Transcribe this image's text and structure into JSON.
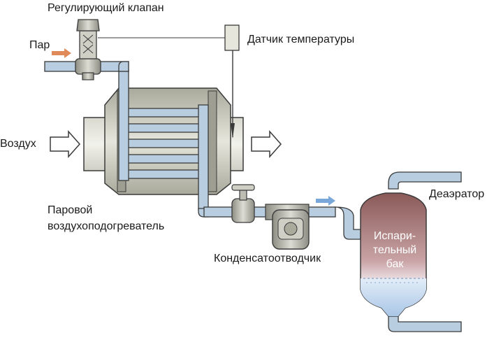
{
  "labels": {
    "control_valve": "Регулирующий клапан",
    "steam": "Пар",
    "temp_sensor": "Датчик температуры",
    "air": "Воздух",
    "heater_line1": "Паровой",
    "heater_line2": "воздухоподогреватель",
    "trap": "Конденсатоотводчик",
    "deaerator": "Деаэратор",
    "tank_line1": "Испари-",
    "tank_line2": "тельный",
    "tank_line3": "бак"
  },
  "colors": {
    "pipe": "#b8cde0",
    "pipe_edge": "#3a3a3a",
    "body_gray": "#c8c8bc",
    "steam_arrow": "#e08a5a",
    "condensate_arrow": "#7aa7d9",
    "tank_top": "#8a5a58",
    "tank_water": "#b8d0ea"
  }
}
